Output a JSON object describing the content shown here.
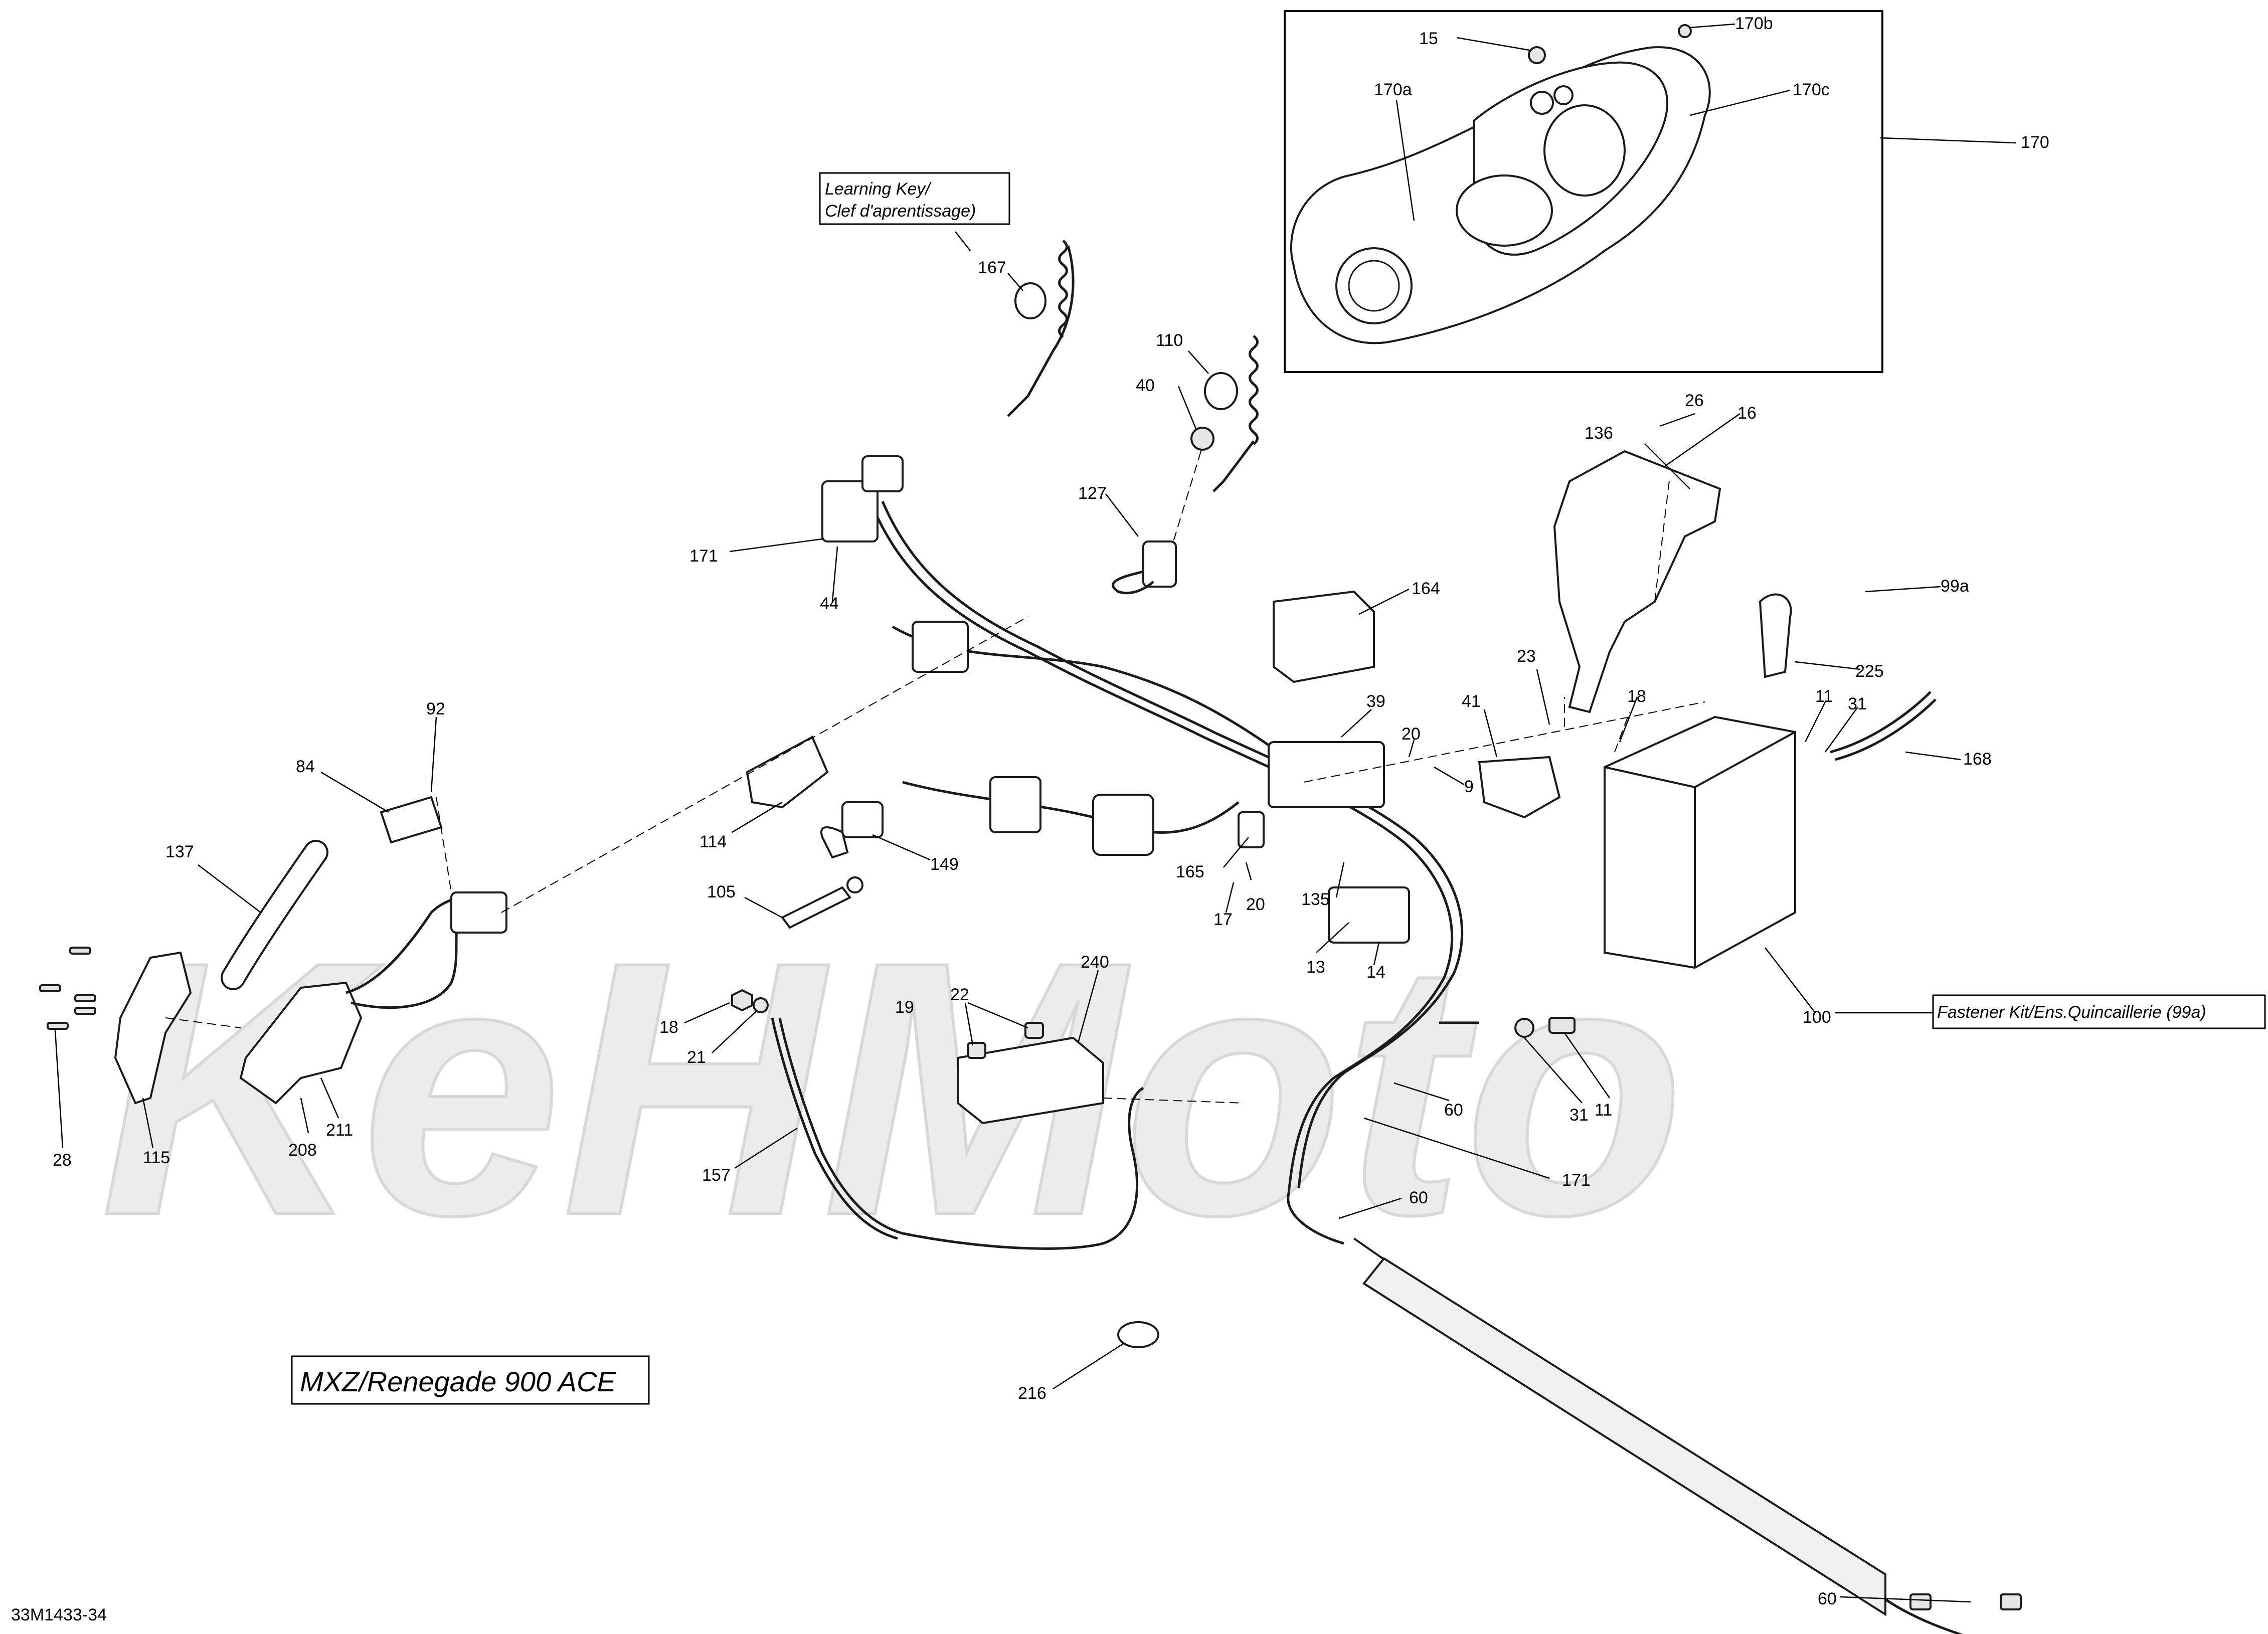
{
  "labels": [
    {
      "id": "15",
      "text": "15"
    },
    {
      "id": "170b",
      "text": "170b"
    },
    {
      "id": "170a",
      "text": "170a"
    },
    {
      "id": "170c",
      "text": "170c"
    },
    {
      "id": "170",
      "text": "170"
    },
    {
      "id": "167",
      "text": "167"
    },
    {
      "id": "110",
      "text": "110"
    },
    {
      "id": "40",
      "text": "40"
    },
    {
      "id": "127",
      "text": "127"
    },
    {
      "id": "26",
      "text": "26"
    },
    {
      "id": "16",
      "text": "16"
    },
    {
      "id": "136",
      "text": "136"
    },
    {
      "id": "171a",
      "text": "171"
    },
    {
      "id": "44",
      "text": "44"
    },
    {
      "id": "164",
      "text": "164"
    },
    {
      "id": "99a",
      "text": "99a"
    },
    {
      "id": "225",
      "text": "225"
    },
    {
      "id": "23",
      "text": "23"
    },
    {
      "id": "18a",
      "text": "18"
    },
    {
      "id": "39",
      "text": "39"
    },
    {
      "id": "41",
      "text": "41"
    },
    {
      "id": "11a",
      "text": "11"
    },
    {
      "id": "31a",
      "text": "31"
    },
    {
      "id": "168",
      "text": "168"
    },
    {
      "id": "20a",
      "text": "20"
    },
    {
      "id": "9",
      "text": "9"
    },
    {
      "id": "92",
      "text": "92"
    },
    {
      "id": "84",
      "text": "84"
    },
    {
      "id": "114",
      "text": "114"
    },
    {
      "id": "149",
      "text": "149"
    },
    {
      "id": "165",
      "text": "165"
    },
    {
      "id": "137",
      "text": "137"
    },
    {
      "id": "105",
      "text": "105"
    },
    {
      "id": "17",
      "text": "17"
    },
    {
      "id": "20b",
      "text": "20"
    },
    {
      "id": "135",
      "text": "135"
    },
    {
      "id": "13",
      "text": "13"
    },
    {
      "id": "14",
      "text": "14"
    },
    {
      "id": "240",
      "text": "240"
    },
    {
      "id": "100",
      "text": "100"
    },
    {
      "id": "22",
      "text": "22"
    },
    {
      "id": "19",
      "text": "19"
    },
    {
      "id": "18b",
      "text": "18"
    },
    {
      "id": "21",
      "text": "21"
    },
    {
      "id": "31b",
      "text": "31"
    },
    {
      "id": "11b",
      "text": "11"
    },
    {
      "id": "60a",
      "text": "60"
    },
    {
      "id": "208",
      "text": "208"
    },
    {
      "id": "211",
      "text": "211"
    },
    {
      "id": "28",
      "text": "28"
    },
    {
      "id": "115",
      "text": "115"
    },
    {
      "id": "157",
      "text": "157"
    },
    {
      "id": "171b",
      "text": "171"
    },
    {
      "id": "60b",
      "text": "60"
    },
    {
      "id": "216",
      "text": "216"
    },
    {
      "id": "60c",
      "text": "60"
    }
  ],
  "boxes": {
    "learning_key_line1": "Learning Key/",
    "learning_key_line2": "Clef d'aprentissage)",
    "fastener_kit": "Fastener Kit/Ens.Quincaillerie (99a)",
    "model": "MXZ/Renegade 900 ACE"
  },
  "footer": {
    "drawing_number": "33M1433-34"
  },
  "watermark": {
    "text": "KeHMoto"
  }
}
